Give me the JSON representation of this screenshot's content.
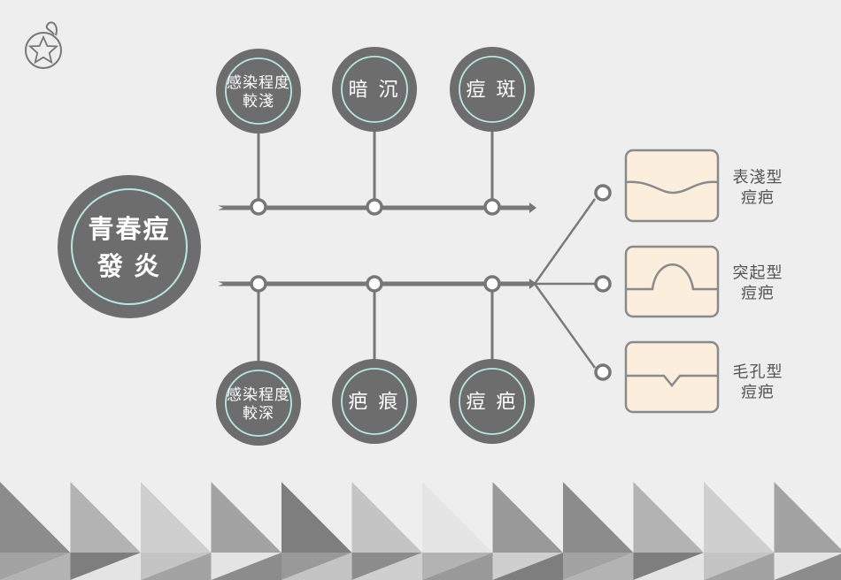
{
  "center": {
    "label": "青春痘\n發 炎"
  },
  "top_branch": [
    {
      "label": "感染程度\n較淺"
    },
    {
      "label": "暗 沉"
    },
    {
      "label": "痘 斑"
    }
  ],
  "bottom_branch": [
    {
      "label": "感染程度\n較深"
    },
    {
      "label": "疤 痕"
    },
    {
      "label": "痘 疤"
    }
  ],
  "scar_types": [
    {
      "label": "表淺型\n痘疤",
      "profile": "shallow"
    },
    {
      "label": "突起型\n痘疤",
      "profile": "raised"
    },
    {
      "label": "毛孔型\n痘疤",
      "profile": "pore"
    }
  ],
  "colors": {
    "background": "#eeeeef",
    "node": "#6d6d6e",
    "ring": "#b8e6e2",
    "line": "#7a7a7a",
    "card_fill": "#fbeedd",
    "card_stroke": "#8a8a8a"
  },
  "logo_icon": "star-circle-logo"
}
